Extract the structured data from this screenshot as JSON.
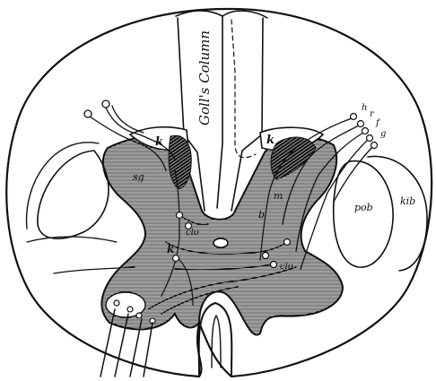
{
  "figure": {
    "column_label": "Goll's Column",
    "labels": {
      "k_left": "k",
      "k_right": "k",
      "pob": "pob",
      "kib": "kib",
      "sg": "sg",
      "m": "m",
      "b": "b",
      "clo": "clo",
      "clo2": "clo",
      "k2": "k",
      "fibre_labels": [
        "h",
        "r",
        "f",
        "g"
      ]
    }
  }
}
